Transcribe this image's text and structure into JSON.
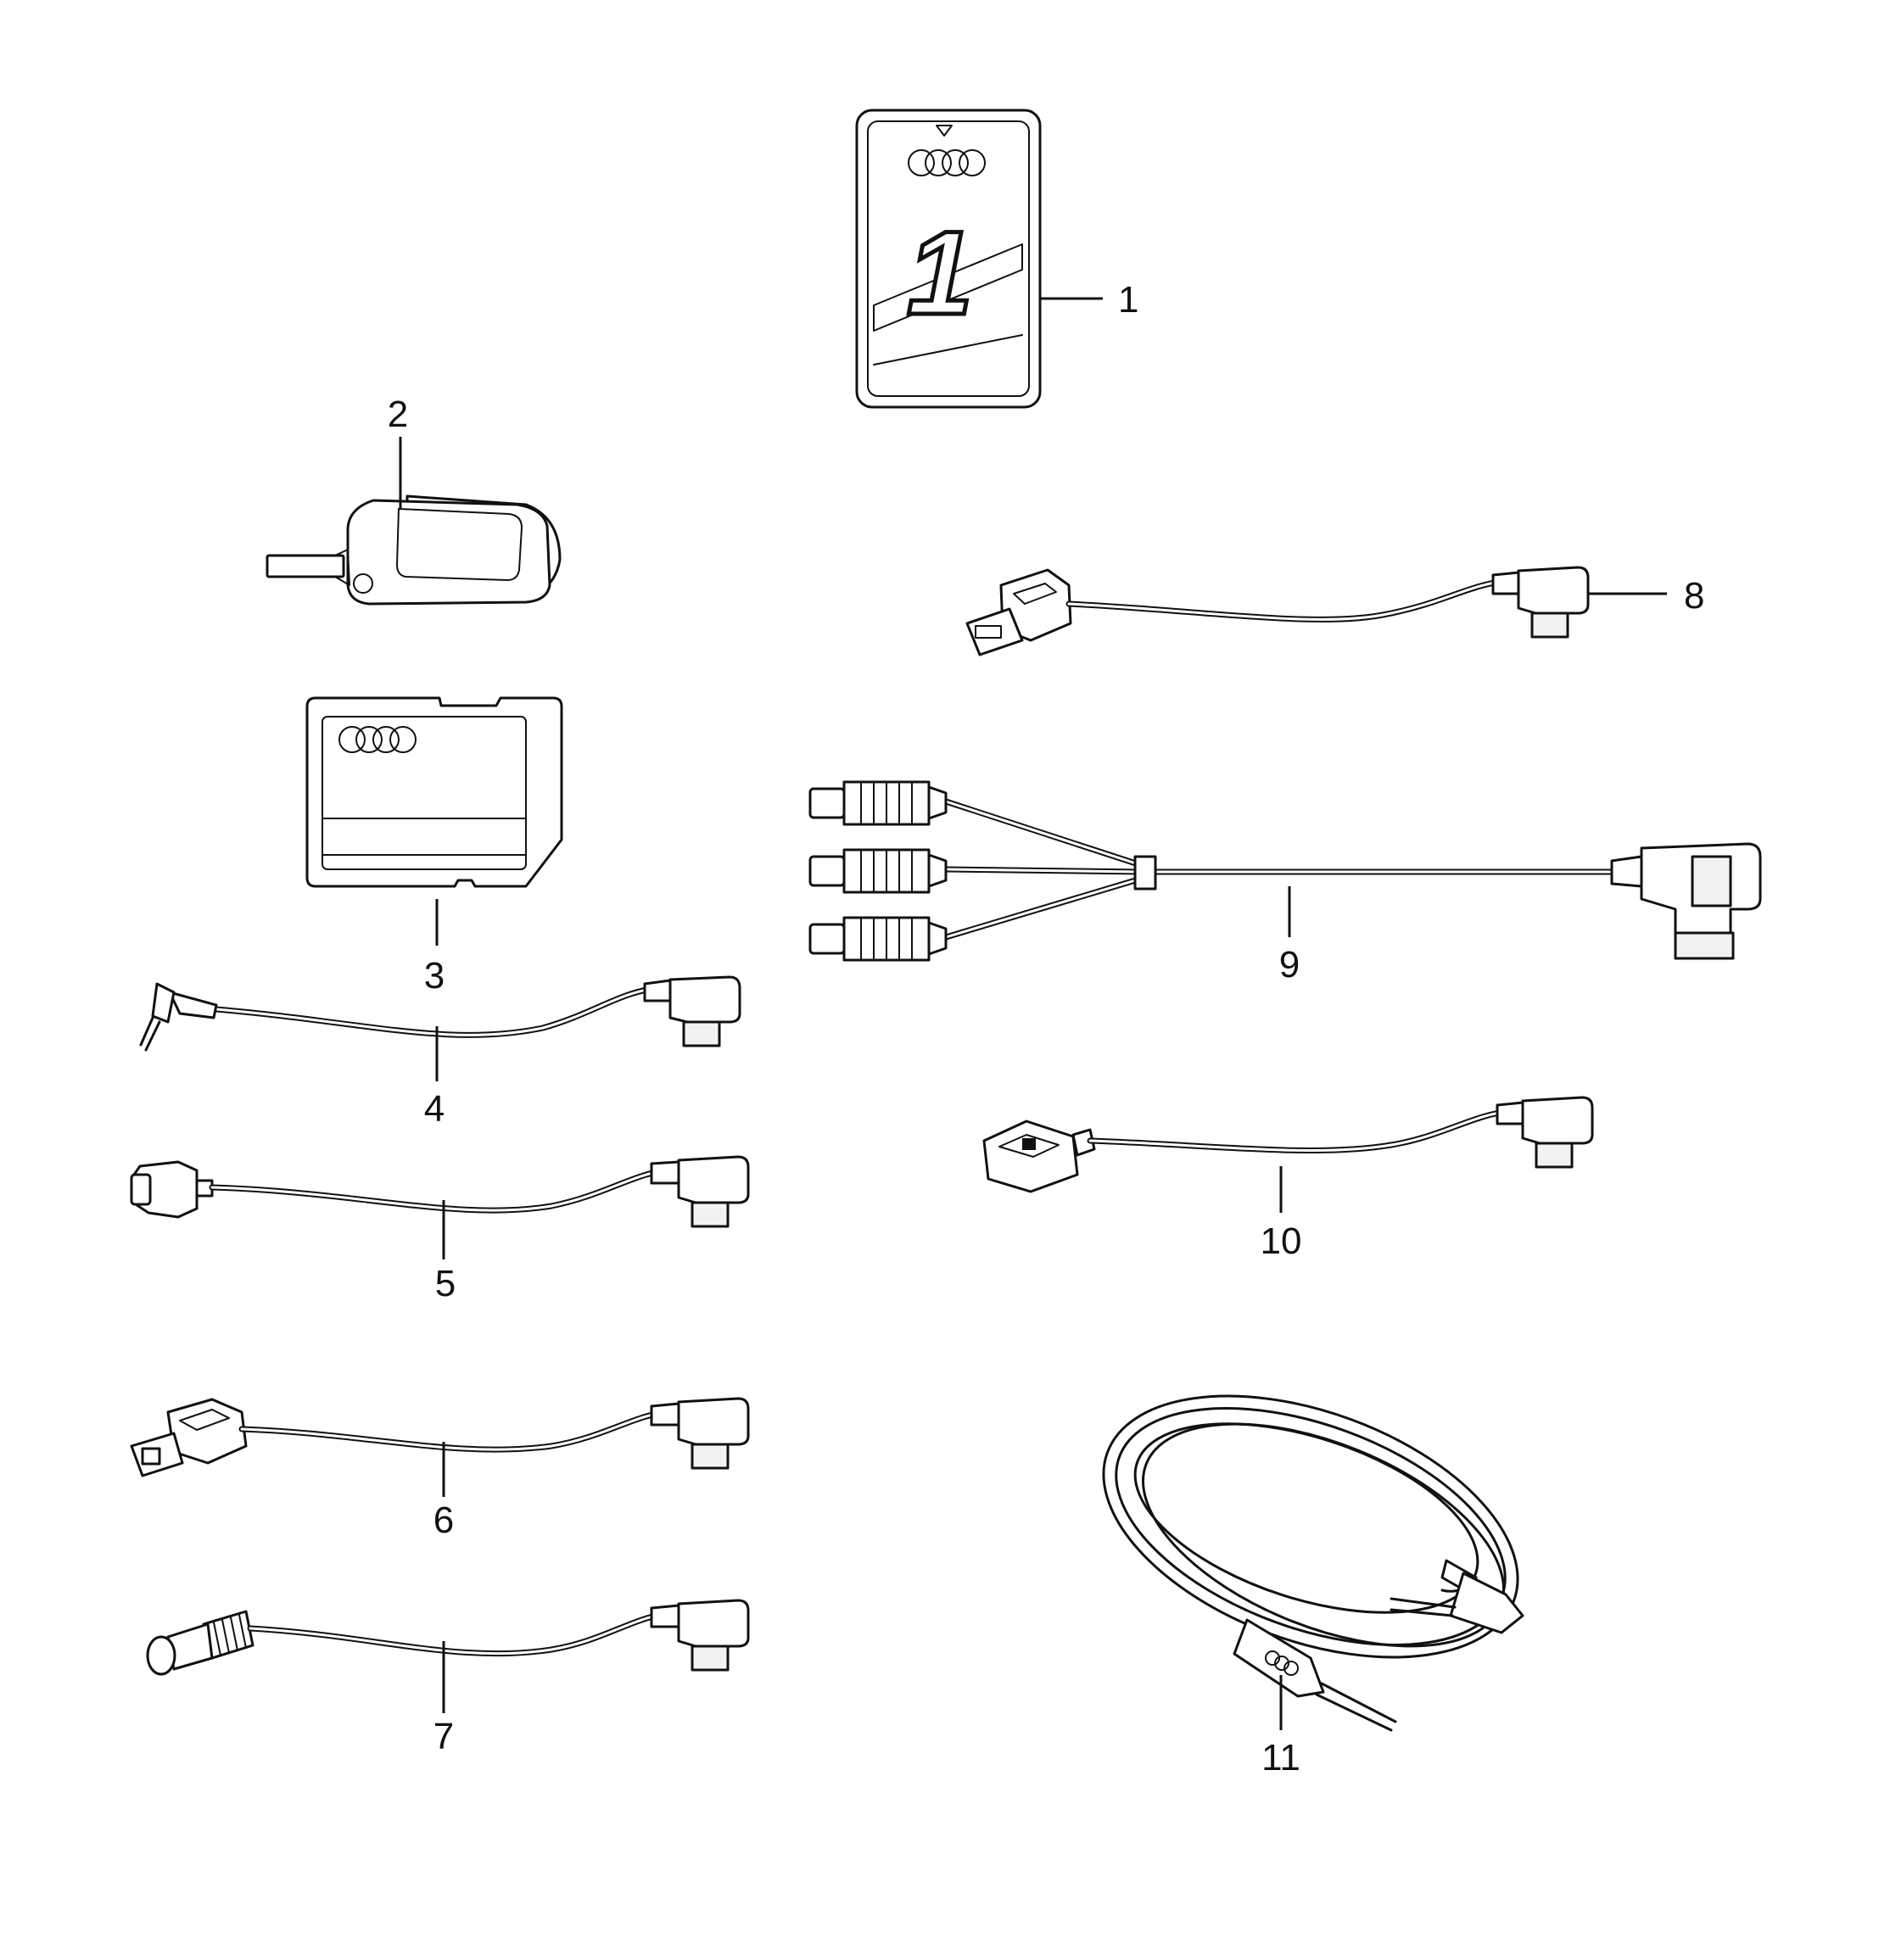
{
  "diagram": {
    "callouts": [
      {
        "label": "1"
      },
      {
        "label": "2"
      },
      {
        "label": "3"
      },
      {
        "label": "4"
      },
      {
        "label": "5"
      },
      {
        "label": "6"
      },
      {
        "label": "7"
      },
      {
        "label": "8"
      },
      {
        "label": "9"
      },
      {
        "label": "10"
      },
      {
        "label": "11"
      }
    ],
    "card_digit": "1",
    "brand_mark": "four-rings-logo"
  }
}
